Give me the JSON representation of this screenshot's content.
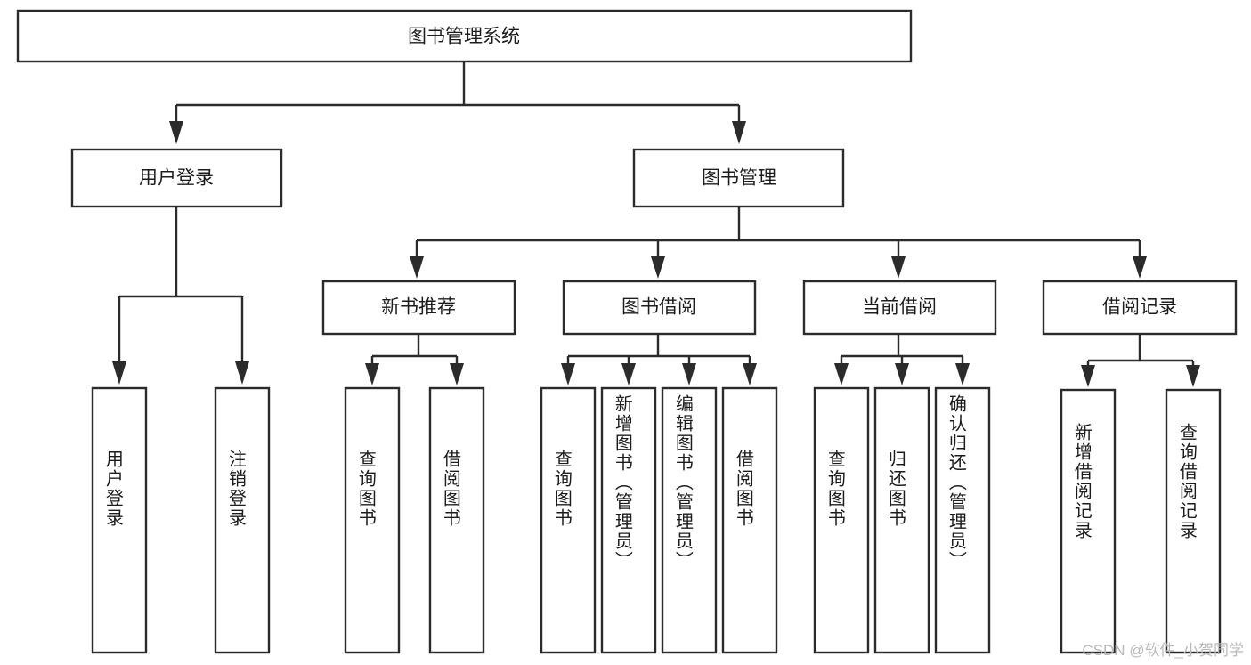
{
  "diagram": {
    "title": "图书管理系统",
    "type": "hierarchy-tree",
    "levels": 4,
    "root": {
      "id": "root",
      "label": "图书管理系统",
      "orientation": "horizontal"
    },
    "level2": [
      {
        "id": "user-login",
        "label": "用户登录",
        "orientation": "horizontal"
      },
      {
        "id": "book-management",
        "label": "图书管理",
        "orientation": "horizontal"
      }
    ],
    "level3": [
      {
        "id": "new-book-recommend",
        "label": "新书推荐",
        "orientation": "horizontal",
        "parent": "book-management"
      },
      {
        "id": "book-borrow",
        "label": "图书借阅",
        "orientation": "horizontal",
        "parent": "book-management"
      },
      {
        "id": "current-borrow",
        "label": "当前借阅",
        "orientation": "horizontal",
        "parent": "book-management"
      },
      {
        "id": "borrow-record",
        "label": "借阅记录",
        "orientation": "horizontal",
        "parent": "book-management"
      }
    ],
    "leaves": [
      {
        "id": "leaf-user-login",
        "label": "用户登录",
        "orientation": "vertical",
        "parent": "user-login"
      },
      {
        "id": "leaf-user-logout",
        "label": "注销登录",
        "orientation": "vertical",
        "parent": "user-login"
      },
      {
        "id": "leaf-query-book-1",
        "label": "查询图书",
        "orientation": "vertical",
        "parent": "new-book-recommend"
      },
      {
        "id": "leaf-borrow-book-1",
        "label": "借阅图书",
        "orientation": "vertical",
        "parent": "new-book-recommend"
      },
      {
        "id": "leaf-query-book-2",
        "label": "查询图书",
        "orientation": "vertical",
        "parent": "book-borrow"
      },
      {
        "id": "leaf-add-book",
        "label": "新增图书（管理员）",
        "orientation": "vertical",
        "parent": "book-borrow"
      },
      {
        "id": "leaf-edit-book",
        "label": "编辑图书（管理员）",
        "orientation": "vertical",
        "parent": "book-borrow"
      },
      {
        "id": "leaf-borrow-book-2",
        "label": "借阅图书",
        "orientation": "vertical",
        "parent": "book-borrow"
      },
      {
        "id": "leaf-query-book-3",
        "label": "查询图书",
        "orientation": "vertical",
        "parent": "current-borrow"
      },
      {
        "id": "leaf-return-book",
        "label": "归还图书",
        "orientation": "vertical",
        "parent": "current-borrow"
      },
      {
        "id": "leaf-confirm-return",
        "label": "确认归还（管理员）",
        "orientation": "vertical",
        "parent": "current-borrow"
      },
      {
        "id": "leaf-add-record",
        "label": "新增借阅记录",
        "orientation": "vertical",
        "parent": "borrow-record"
      },
      {
        "id": "leaf-query-record",
        "label": "查询借阅记录",
        "orientation": "vertical",
        "parent": "borrow-record"
      }
    ]
  },
  "watermark": {
    "text": "CSDN @软件_小贺同学"
  },
  "colors": {
    "stroke": "#2b2b2b",
    "fill": "#ffffff",
    "text": "#1c1c1c",
    "watermark": "#b9b9b9",
    "background": "#ffffff"
  }
}
